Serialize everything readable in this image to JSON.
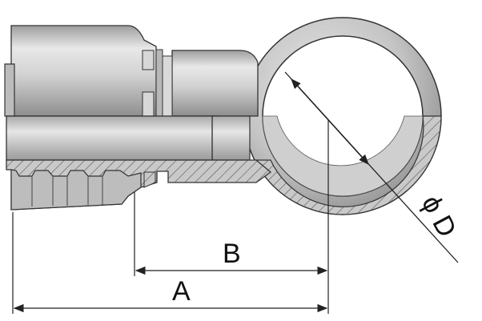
{
  "labels": {
    "a": "A",
    "b": "B",
    "d": "ϕ D"
  },
  "colors": {
    "metal_light": "#e2e2e2",
    "metal_mid": "#bdbdbd",
    "metal_dark": "#8c8c8c",
    "section": "#c8c8c8",
    "line": "#222222"
  }
}
